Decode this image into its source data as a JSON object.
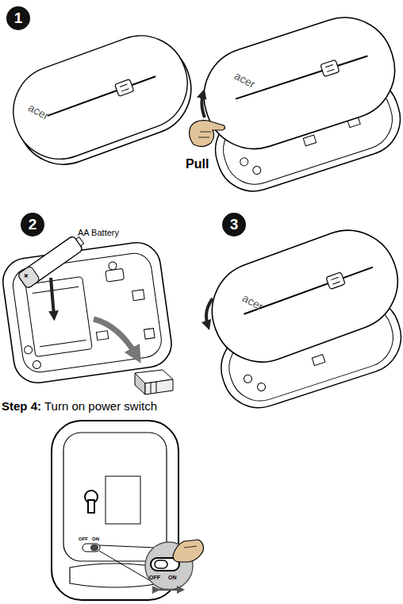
{
  "diagram": {
    "nodes": [
      {
        "text": [
          "1"
        ]
      },
      {
        "text": [
          "2"
        ]
      },
      {
        "text": [
          "3"
        ]
      }
    ],
    "labels": [
      "acer",
      "acer",
      "Pull",
      "AA Battery",
      "+",
      "acer",
      "Step 4:",
      "Turn on power switch",
      "OFF",
      "ON",
      "OFF",
      "ON"
    ]
  }
}
